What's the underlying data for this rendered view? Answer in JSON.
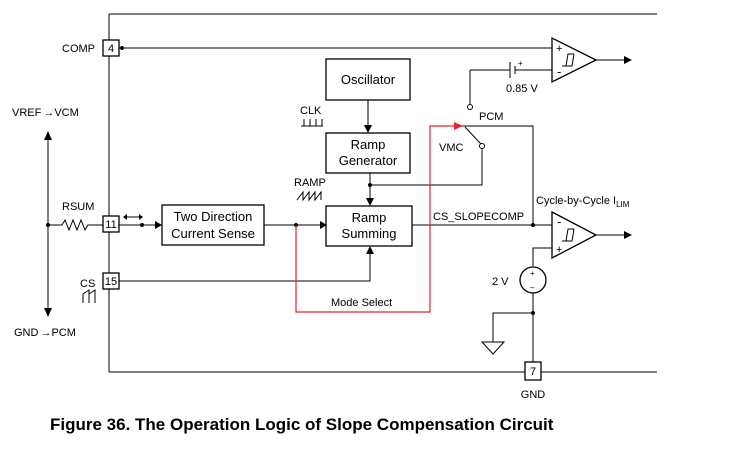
{
  "labels": {
    "comp": "COMP",
    "vref_vcm": "VREF",
    "vref_vcm_tail": "VCM",
    "rsum": "RSUM",
    "cs": "CS",
    "gnd_pcm": "GND",
    "gnd_pcm_tail": "PCM",
    "oscillator": "Oscillator",
    "clk": "CLK",
    "ramp_gen_line1": "Ramp",
    "ramp_gen_line2": "Generator",
    "ramp": "RAMP",
    "ramp_sum_line1": "Ramp",
    "ramp_sum_line2": "Summing",
    "two_dir_line1": "Two Direction",
    "two_dir_line2": "Current Sense",
    "vmc": "VMC",
    "pcm": "PCM",
    "v085": "0.85 V",
    "cs_slopecomp": "CS_SLOPECOMP",
    "cycle_limit": "Cycle-by-Cycle I",
    "cycle_limit_sub": "LIM",
    "v2": "2 V",
    "mode_select": "Mode Select",
    "gnd": "GND",
    "arrow": "→"
  },
  "pins": {
    "comp": "4",
    "rsum": "11",
    "cs": "15",
    "gnd": "7"
  },
  "signs": {
    "plus": "+",
    "minus": "-",
    "minus_bold": "–"
  },
  "caption": "Figure 36.  The Operation Logic of Slope Compensation Circuit",
  "colors": {
    "mode_select_path": "#e0262a",
    "line": "#000000"
  }
}
